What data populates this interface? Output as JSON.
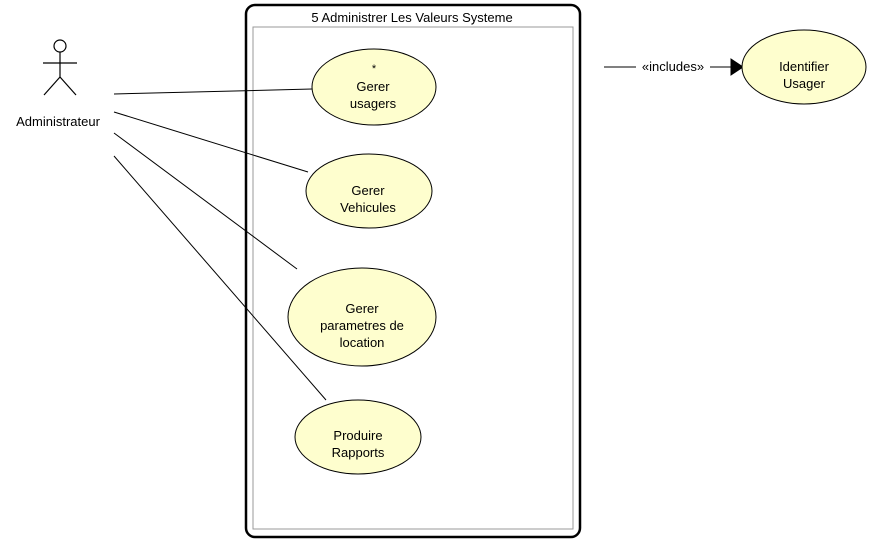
{
  "diagram": {
    "system": {
      "title": "5 Administrer Les Valeurs Systeme"
    },
    "actor": {
      "name": "Administrateur"
    },
    "use_cases": {
      "gerer_usagers": {
        "mark": "*",
        "line1": "Gerer",
        "line2": "usagers"
      },
      "gerer_vehicules": {
        "line1": "Gerer",
        "line2": "Vehicules"
      },
      "gerer_parametres": {
        "line1": "Gerer",
        "line2": "parametres de",
        "line3": "location"
      },
      "produire_rapports": {
        "line1": "Produire",
        "line2": "Rapports"
      },
      "identifier_usager": {
        "line1": "Identifier",
        "line2": "Usager"
      }
    },
    "relation": {
      "label": "«includes»"
    },
    "colors": {
      "usecase_fill": "#fefece",
      "stroke": "#000000",
      "inner_frame": "#999999"
    }
  }
}
